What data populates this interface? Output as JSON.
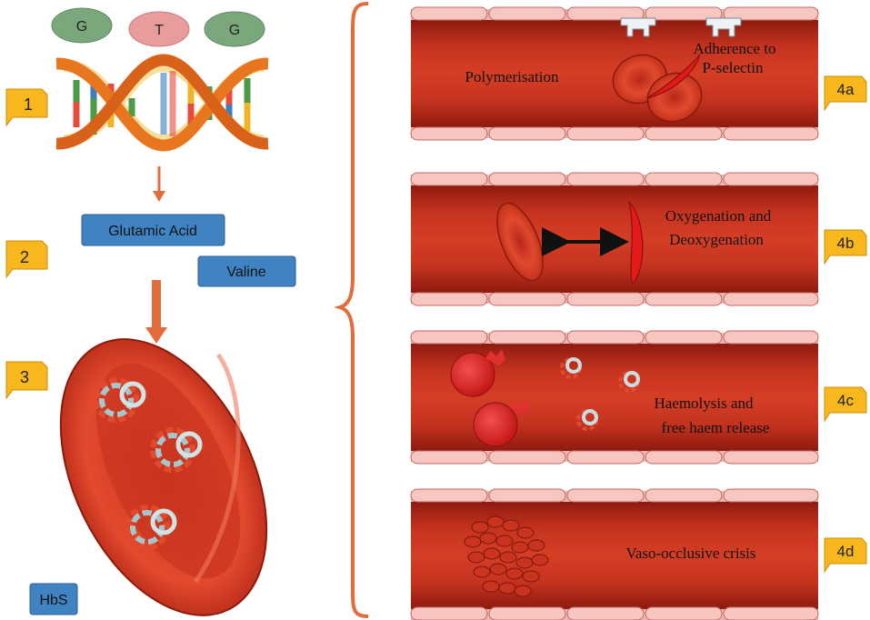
{
  "codon": [
    "G",
    "T",
    "G"
  ],
  "steps": {
    "s1": "1",
    "s2": "2",
    "s3": "3",
    "s4a": "4a",
    "s4b": "4b",
    "s4c": "4c",
    "s4d": "4d"
  },
  "amino_acids": {
    "original": "Glutamic Acid",
    "substituted": "Valine"
  },
  "protein": "HbS",
  "panels": {
    "a": {
      "left_label": "Polymerisation",
      "right_label_line1": "Adherence to",
      "right_label_line2": "P-selectin"
    },
    "b": {
      "label_line1": "Oxygenation and",
      "label_line2": "Deoxygenation"
    },
    "c": {
      "label_line1": "Haemolysis and",
      "label_line2": "free haem release"
    },
    "d": {
      "label": "Vaso-occlusive crisis"
    }
  },
  "colors": {
    "vessel": "#c4301f",
    "vessel_dark": "#8f1b10",
    "endothelium": "#f0b4b0",
    "rbc": "#d23a22",
    "label_tag": "#f7b71d",
    "blue_box": "#3f83c2",
    "codon_g": "#7aa97a",
    "codon_t": "#e79b9b",
    "arrow": "#e46b3b"
  }
}
